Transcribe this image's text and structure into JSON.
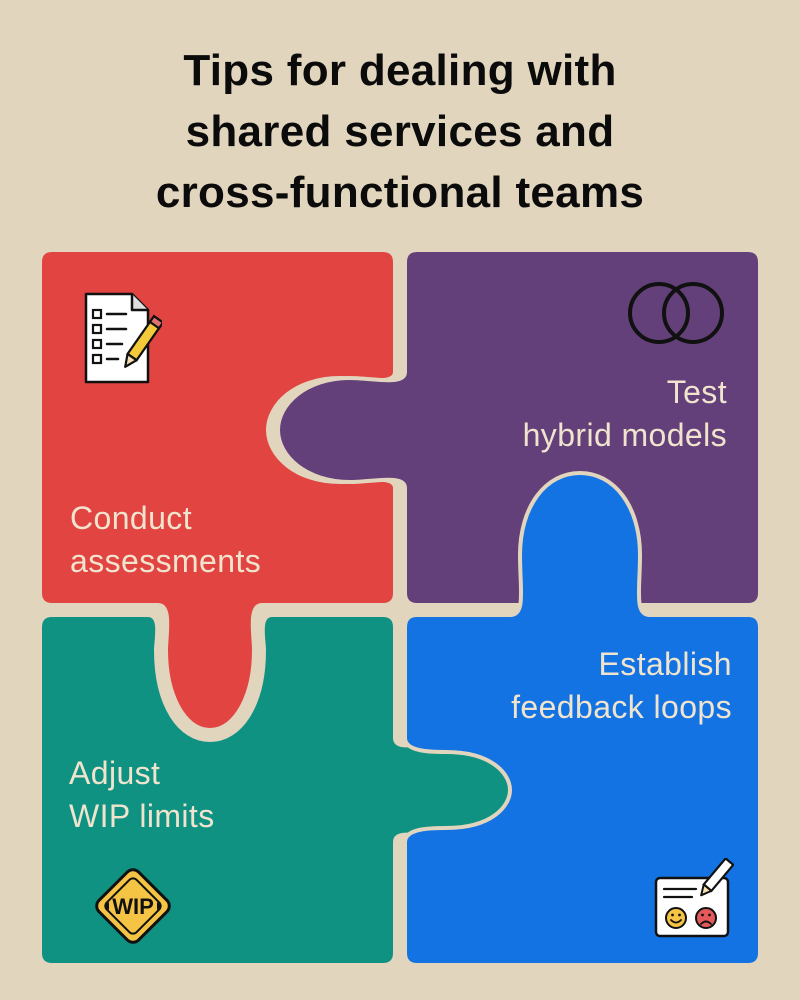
{
  "title": {
    "lines": [
      "Tips for dealing with",
      "shared services and",
      "cross-functional teams"
    ]
  },
  "pieces": [
    {
      "id": "top-left",
      "color": "#e14441",
      "label_lines": [
        "Conduct",
        "assessments"
      ],
      "icon": "checklist-pencil-icon"
    },
    {
      "id": "top-right",
      "color": "#64407a",
      "label_lines": [
        "Test",
        "hybrid models"
      ],
      "icon": "overlapping-circles-icon"
    },
    {
      "id": "bottom-left",
      "color": "#0f9282",
      "label_lines": [
        "Adjust",
        "WIP limits"
      ],
      "icon": "wip-sign-icon"
    },
    {
      "id": "bottom-right",
      "color": "#1473e3",
      "label_lines": [
        "Establish",
        "feedback loops"
      ],
      "icon": "feedback-faces-icon"
    }
  ],
  "outline_color": "#e2d5be",
  "wip_sign_text": "WIP"
}
